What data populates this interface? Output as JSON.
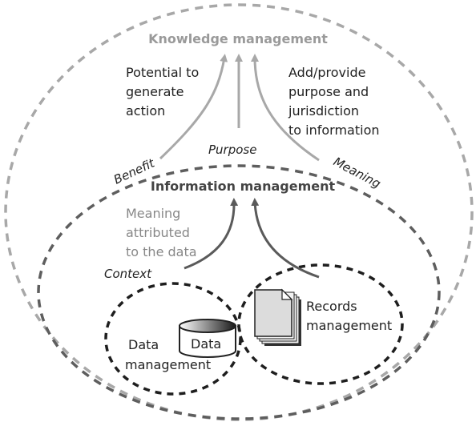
{
  "colors": {
    "outer_ring": "#a8a8a8",
    "middle_ring": "#5e5e5e",
    "inner_ring": "#1e1e1e",
    "arrow_light": "#a8a8a8",
    "arrow_dark": "#5a5a5a",
    "title_knowledge": "#9a9a9a",
    "title_information": "#444444",
    "text_muted": "#888888",
    "text": "#222222"
  },
  "knowledge": {
    "title": "Knowledge management",
    "left_note": [
      "Potential to",
      "generate",
      "action"
    ],
    "right_note": [
      "Add/provide",
      "purpose and",
      "jurisdiction",
      "to information"
    ],
    "label_benefit": "Benefit",
    "label_purpose": "Purpose",
    "label_meaning": "Meaning"
  },
  "information": {
    "title": "Information management",
    "note": [
      "Meaning",
      "attributed",
      "to the data"
    ],
    "label_context": "Context"
  },
  "data_mgmt": {
    "label_line1": "Data",
    "label_line2": "management",
    "icon": "database-cylinder-icon",
    "icon_label": "Data"
  },
  "records_mgmt": {
    "label_line1": "Records",
    "label_line2": "management",
    "icon": "document-stack-icon"
  }
}
